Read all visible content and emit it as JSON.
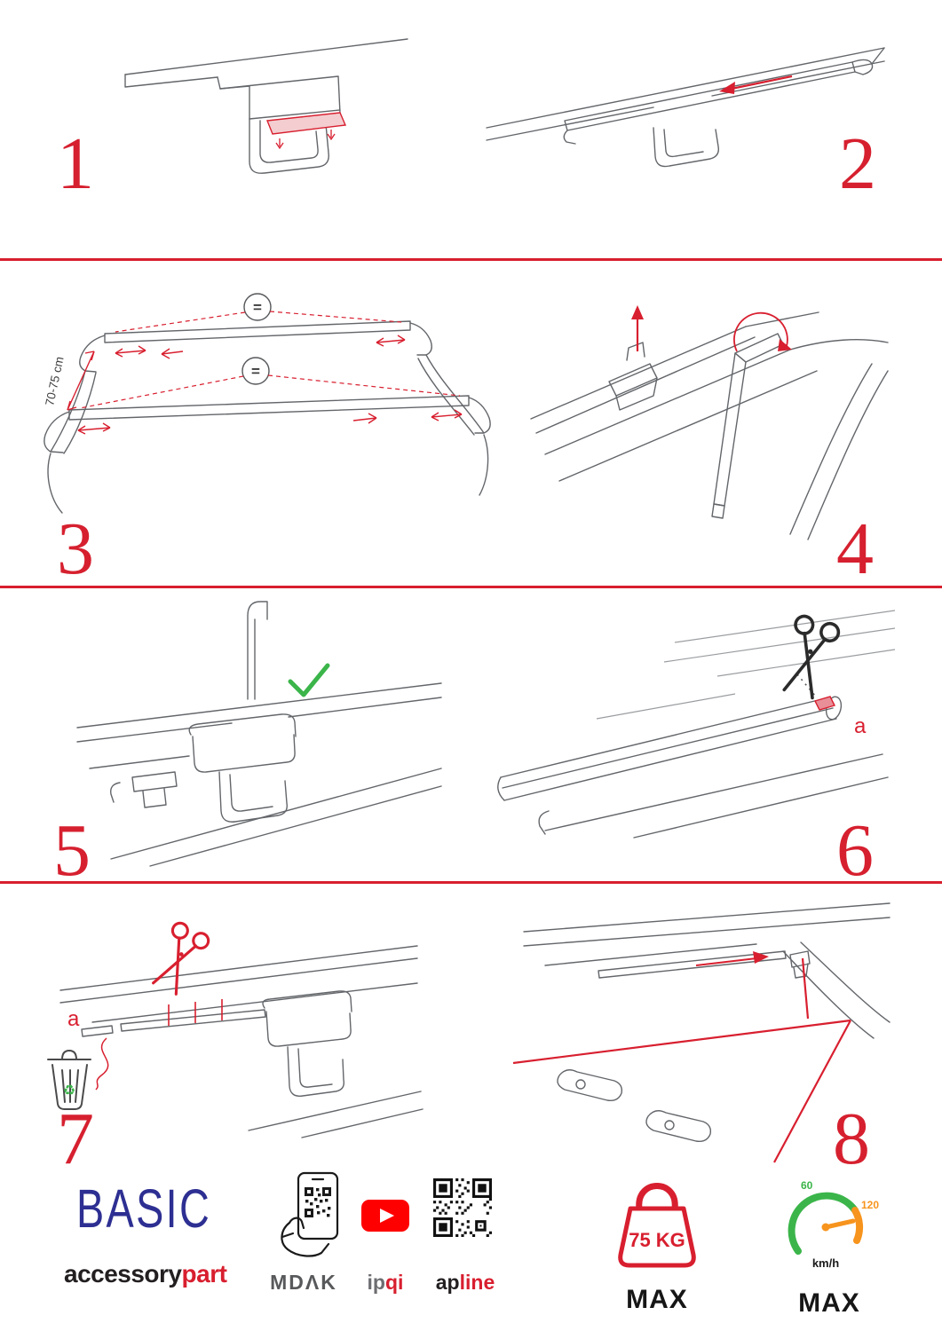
{
  "page": {
    "background": "#ffffff",
    "accent_red": "#d81f2f",
    "brand_blue": "#2d2f92",
    "drawing_gray": "#63666a",
    "success_green": "#3bb54a",
    "gauge_orange": "#f7941d"
  },
  "steps": [
    {
      "number": "1"
    },
    {
      "number": "2"
    },
    {
      "number": "3",
      "dimension_label": "70-75 cm",
      "equal_sign": "="
    },
    {
      "number": "4"
    },
    {
      "number": "5"
    },
    {
      "number": "6",
      "part_label": "a"
    },
    {
      "number": "7",
      "part_label": "a"
    },
    {
      "number": "8"
    }
  ],
  "footer": {
    "brand": {
      "title": "BASIC",
      "subtitle_left": "accessory",
      "subtitle_right": "part"
    },
    "partners": {
      "phone_logo": "MDΛK",
      "video_logo_left": "ip",
      "video_logo_right": "qi",
      "qr_logo_left": "ap",
      "qr_logo_right": "line"
    },
    "weight_limit": {
      "value": "75 KG",
      "label": "MAX"
    },
    "speed_limit": {
      "tick_low": "60",
      "tick_high": "120",
      "unit": "km/h",
      "label": "MAX"
    }
  }
}
